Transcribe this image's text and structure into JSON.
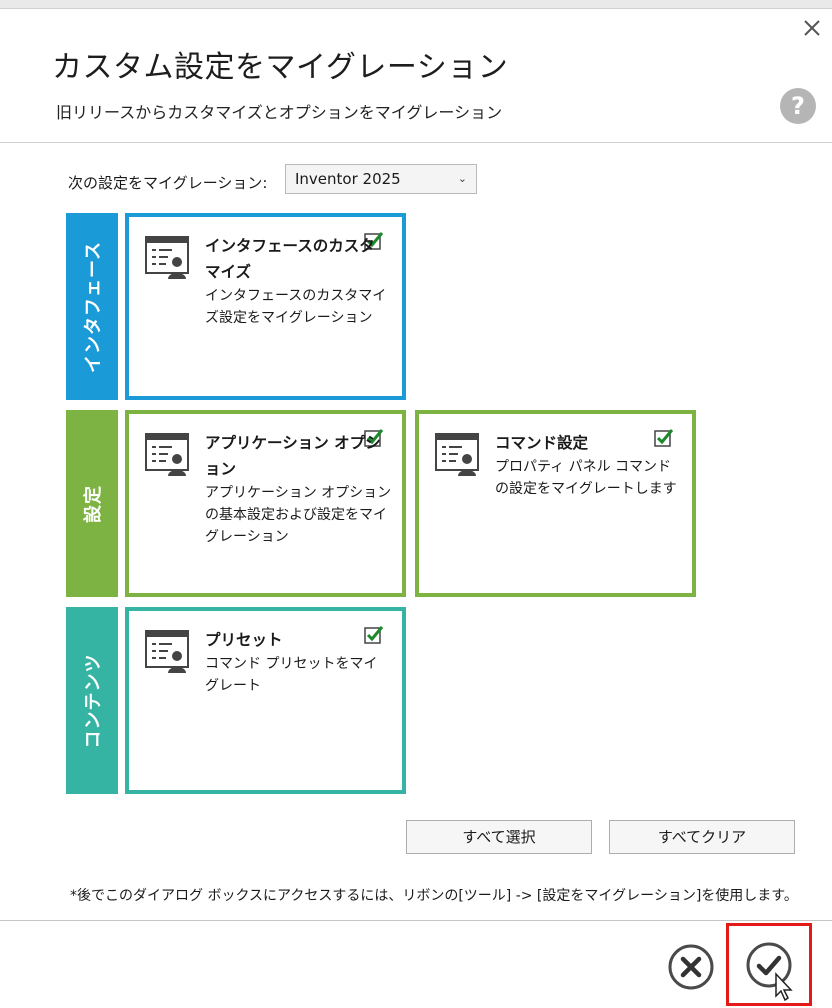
{
  "dialog": {
    "title": "カスタム設定をマイグレーション",
    "subtitle": "旧リリースからカスタマイズとオプションをマイグレーション",
    "help_label": "?"
  },
  "migrate": {
    "label": "次の設定をマイグレーション:",
    "selected": "Inventor 2025"
  },
  "categories": {
    "interface": "インタフェース",
    "settings": "設定",
    "content": "コンテンツ"
  },
  "cards": {
    "interface_custom": {
      "title": "インタフェースのカスタマイズ",
      "description": "インタフェースのカスタマイズ設定をマイグレーション",
      "checked": true
    },
    "app_options": {
      "title": "アプリケーション オプション",
      "description": "アプリケーション オプションの基本設定および設定をマイグレーション",
      "checked": true
    },
    "command_settings": {
      "title": "コマンド設定",
      "description": "プロパティ パネル コマンドの設定をマイグレートします",
      "checked": true
    },
    "presets": {
      "title": "プリセット",
      "description": "コマンド プリセットをマイグレート",
      "checked": true
    }
  },
  "buttons": {
    "select_all": "すべて選択",
    "clear_all": "すべてクリア"
  },
  "footer_note": "*後でこのダイアログ ボックスにアクセスするには、リボンの[ツール] -> [設定をマイグレーション]を使用します。",
  "colors": {
    "interface": "#1a9ad6",
    "settings": "#7cb342",
    "content": "#35b4a4",
    "highlight": "#e31a1a"
  }
}
